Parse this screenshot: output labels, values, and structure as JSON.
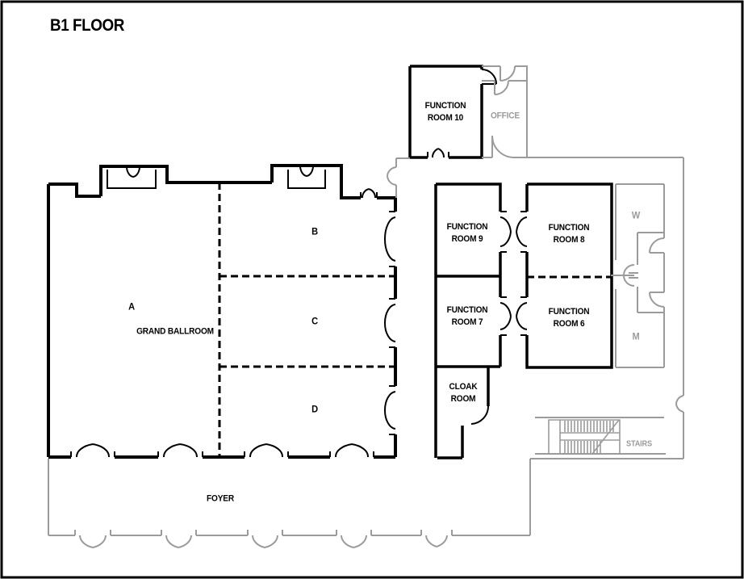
{
  "title": "B1 FLOOR",
  "colors": {
    "wall": "#000000",
    "secondary_wall": "#9b9b9b",
    "background": "#ffffff"
  },
  "labels": {
    "function_room_10": {
      "line1": "FUNCTION",
      "line2": "ROOM 10"
    },
    "office": {
      "line1": "OFFICE"
    },
    "function_room_9": {
      "line1": "FUNCTION",
      "line2": "ROOM 9"
    },
    "function_room_8": {
      "line1": "FUNCTION",
      "line2": "ROOM 8"
    },
    "function_room_7": {
      "line1": "FUNCTION",
      "line2": "ROOM 7"
    },
    "function_room_6": {
      "line1": "FUNCTION",
      "line2": "ROOM 6"
    },
    "washroom_w": {
      "line1": "W"
    },
    "washroom_m": {
      "line1": "M"
    },
    "ballroom_a": {
      "line1": "A"
    },
    "grand_ballroom": {
      "line1": "GRAND BALLROOM"
    },
    "ballroom_b": {
      "line1": "B"
    },
    "ballroom_c": {
      "line1": "C"
    },
    "ballroom_d": {
      "line1": "D"
    },
    "cloak_room": {
      "line1": "CLOAK",
      "line2": "ROOM"
    },
    "stairs": {
      "line1": "STAIRS"
    },
    "foyer": {
      "line1": "FOYER"
    }
  }
}
